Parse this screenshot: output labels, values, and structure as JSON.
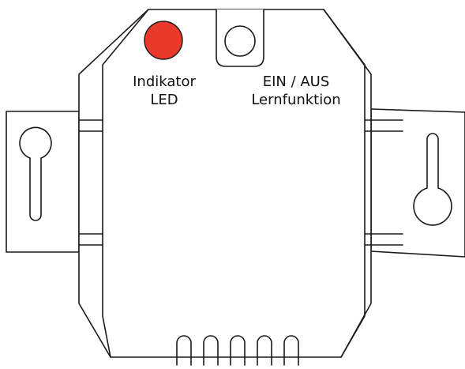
{
  "labels": {
    "indicator_line1": "Indikator",
    "indicator_line2": "LED",
    "onoff_line1": "EIN / AUS",
    "onoff_line2": "Lernfunktion"
  },
  "colors": {
    "led": "#e8392a",
    "outline": "#1a1a1a",
    "background": "#ffffff"
  },
  "icons": {
    "led": "red-circle",
    "button": "round-push-button",
    "mount_hole_left": "keyhole-slot",
    "mount_hole_right": "keyhole-slot-inverted"
  }
}
